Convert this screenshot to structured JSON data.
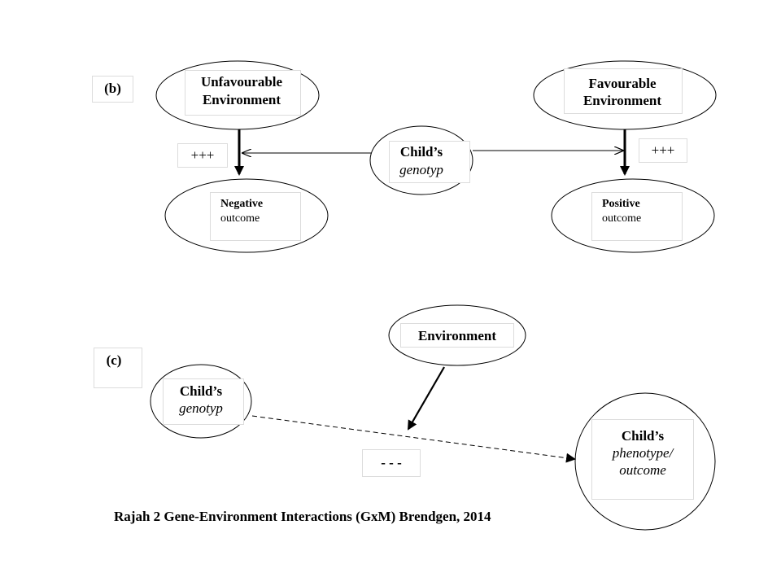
{
  "panel_b": {
    "label": "(b)",
    "unfavourable_env": {
      "line1": "Unfavourable",
      "line2": "Environment"
    },
    "favourable_env": {
      "line1": "Favourable",
      "line2": "Environment"
    },
    "genotype": {
      "line1": "Child’s",
      "line2": "genotyp"
    },
    "negative_outcome": {
      "line1": "Negative",
      "line2": "outcome"
    },
    "positive_outcome": {
      "line1": "Positive",
      "line2": "outcome"
    },
    "left_effect": "+++",
    "right_effect": "+++"
  },
  "panel_c": {
    "label": "(c)",
    "environment": "Environment",
    "genotype": {
      "line1": "Child’s",
      "line2": "genotyp"
    },
    "phenotype": {
      "line1": "Child’s",
      "line2": "phenotype/",
      "line3": "outcome"
    },
    "effect": "- - -"
  },
  "caption": "Rajah 2 Gene-Environment Interactions (GxM) Brendgen, 2014"
}
